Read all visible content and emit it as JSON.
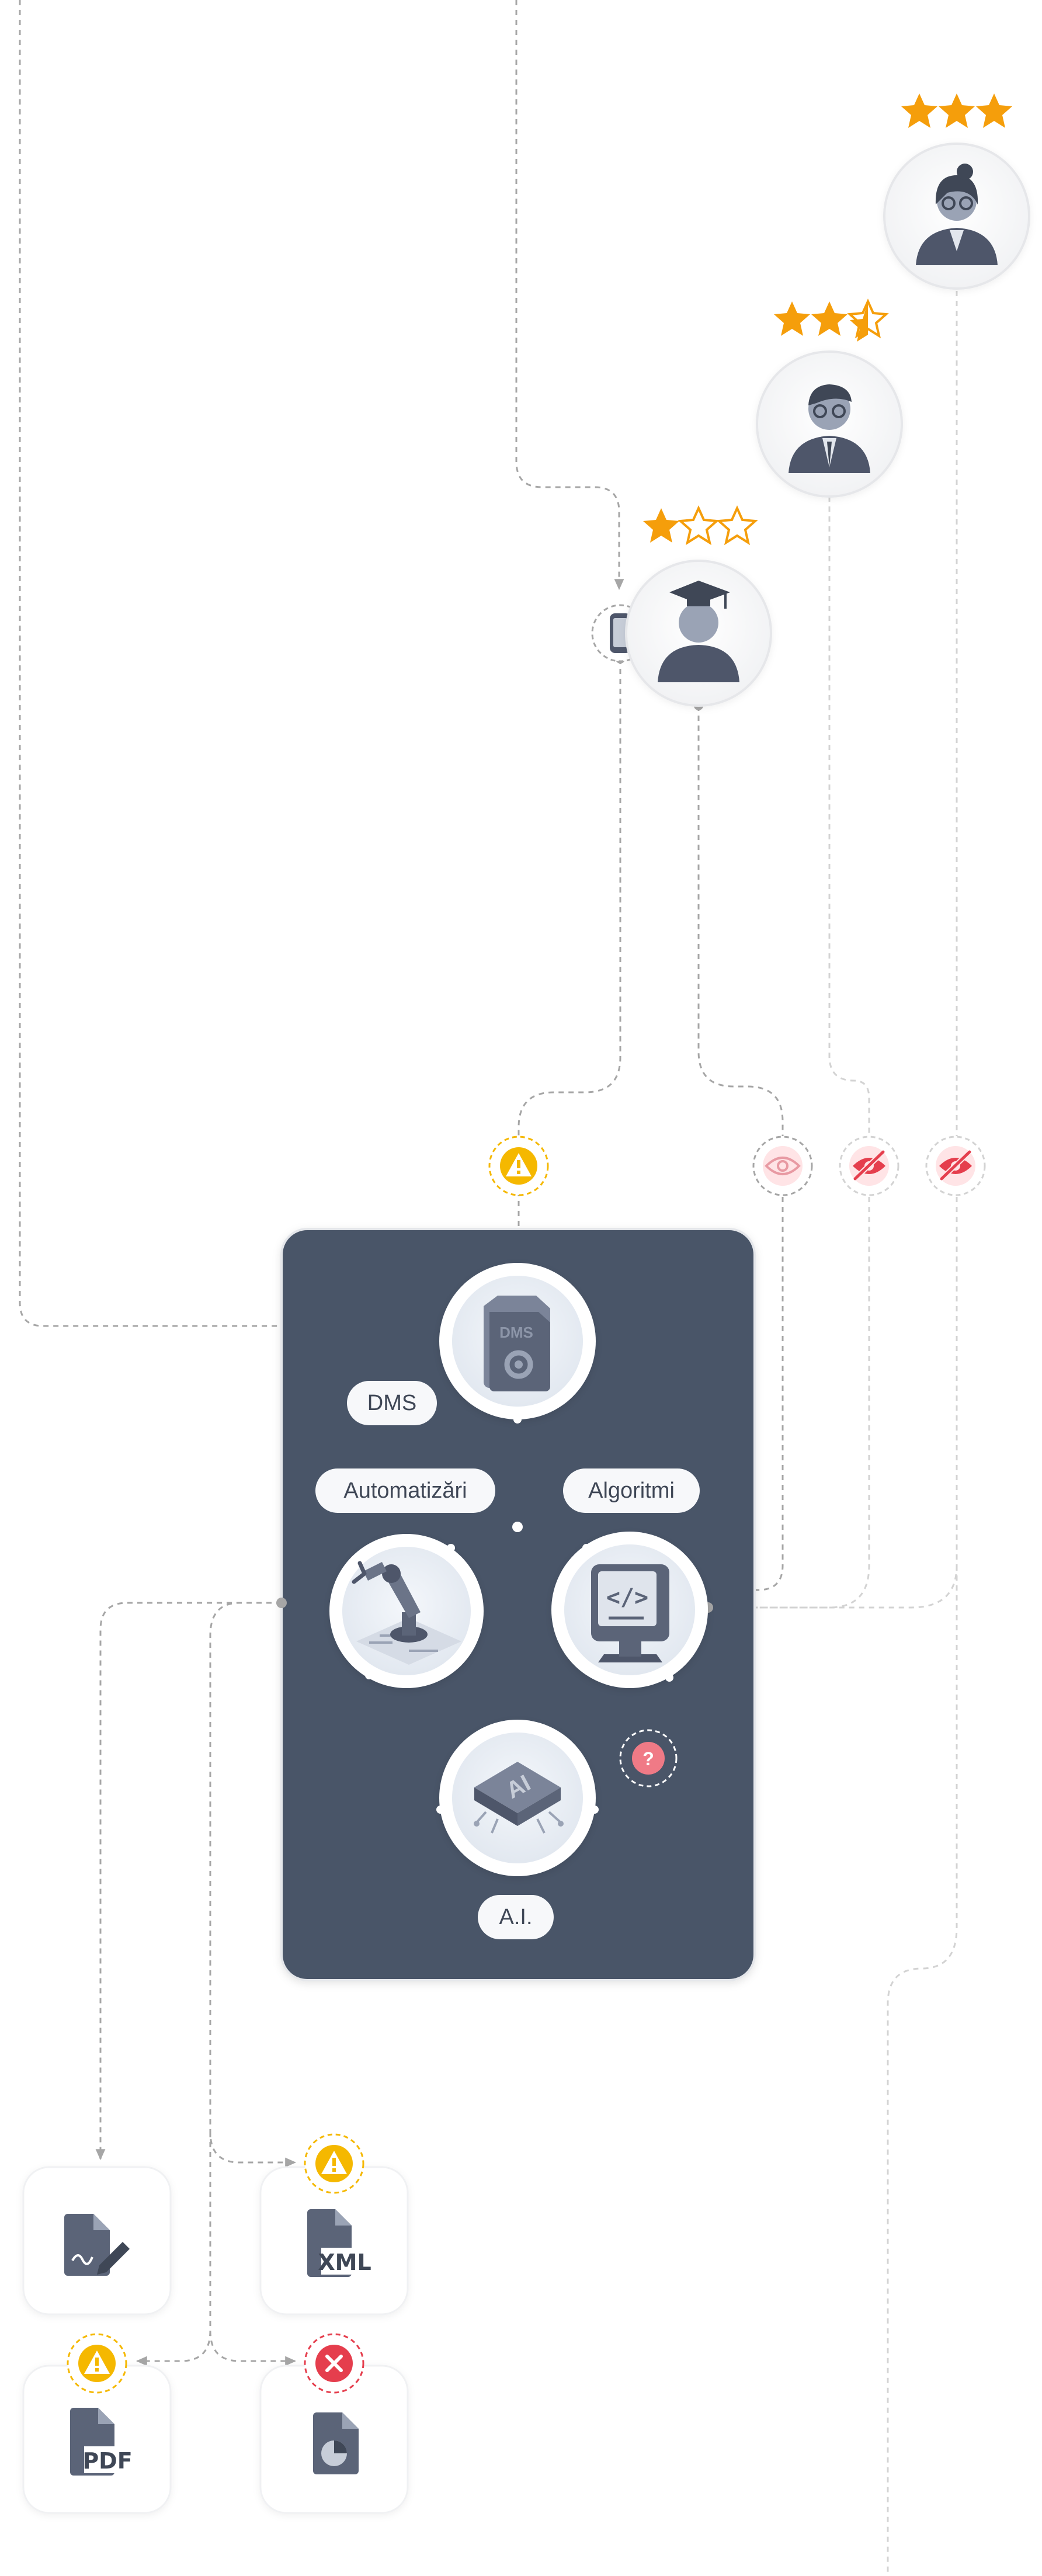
{
  "colors": {
    "panel": "#4a5568",
    "node_icon": "#5b6478",
    "star": "#f59e0b",
    "warning": "#f5b800",
    "danger": "#e53e4d",
    "question": "#f07a86",
    "line_gray": "#a6a6a6",
    "pill_bg": "#f7f8fa",
    "pill_text": "#3f4756"
  },
  "labels": {
    "dms": "DMS",
    "automations": "Automatizări",
    "algorithms": "Algoritmi",
    "ai": "A.I."
  },
  "chip_text": {
    "dms": "DMS",
    "ai": "AI"
  },
  "file_labels": {
    "xml": "XML",
    "pdf": "PDF"
  },
  "ratings": {
    "student": 1,
    "professional": 2.5,
    "manager": 3
  },
  "icons": {
    "student": "graduate-avatar-icon",
    "professional": "professional-man-avatar-icon",
    "manager": "woman-avatar-icon",
    "phone": "mobile-phone-icon",
    "eye": "eye-icon",
    "eye_off": "eye-off-icon",
    "warning": "warning-icon",
    "error": "error-x-icon",
    "question": "question-icon",
    "dms": "dms-folder-icon",
    "automations": "robot-arm-icon",
    "algorithms": "code-monitor-icon",
    "ai": "ai-chip-icon",
    "signature": "signed-document-icon",
    "xml": "xml-file-icon",
    "pdf": "pdf-file-icon",
    "report": "chart-document-icon"
  }
}
